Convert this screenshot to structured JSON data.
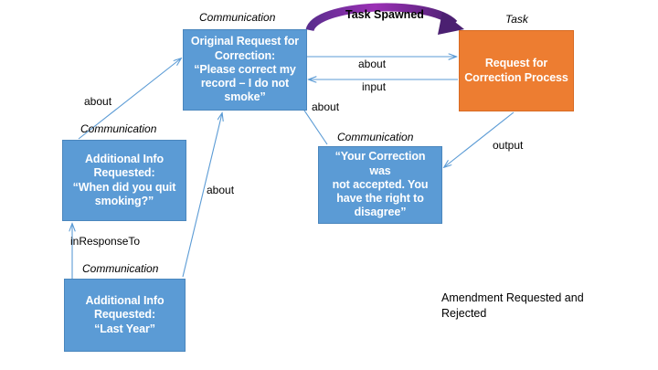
{
  "diagram": {
    "title_caption": "Amendment Requested and\nRejected",
    "colors": {
      "communication_fill": "#5b9bd5",
      "task_fill": "#ed7d31",
      "edge_line": "#5b9bd5",
      "spawn_arrow_start": "#5b2d8e",
      "spawn_arrow_mid": "#9b30b5",
      "spawn_arrow_end": "#4b2071",
      "text_on_node": "#ffffff",
      "text_label": "#000000",
      "background": "#ffffff"
    },
    "nodes": [
      {
        "id": "original-request",
        "stereotype": "Communication",
        "label": "Original Request for\nCorrection:\n“Please correct my\nrecord – I do not\nsmoke”",
        "kind": "communication"
      },
      {
        "id": "correction-process",
        "stereotype": "Task",
        "label": "Request for\nCorrection Process",
        "kind": "task"
      },
      {
        "id": "additional-info-when",
        "stereotype": "Communication",
        "label": "Additional Info\nRequested:\n“When did you quit\nsmoking?”",
        "kind": "communication"
      },
      {
        "id": "additional-info-last-year",
        "stereotype": "Communication",
        "label": "Additional Info\nRequested:\n“Last Year”",
        "kind": "communication"
      },
      {
        "id": "correction-not-accepted",
        "stereotype": "Communication",
        "label": "“Your Correction was\nnot accepted.  You\nhave the right to\ndisagree”",
        "kind": "communication"
      }
    ],
    "edges": [
      {
        "id": "spawned",
        "label": "Task Spawned",
        "from": "original-request",
        "to": "correction-process",
        "style": "curved-purple"
      },
      {
        "id": "about-task",
        "label": "about",
        "from": "original-request",
        "to": "correction-process",
        "style": "straight"
      },
      {
        "id": "input-task",
        "label": "input",
        "from": "correction-process",
        "to": "original-request",
        "style": "straight"
      },
      {
        "id": "output-task",
        "label": "output",
        "from": "correction-process",
        "to": "correction-not-accepted",
        "style": "straight"
      },
      {
        "id": "about-not-accepted",
        "label": "about",
        "from": "correction-not-accepted",
        "to": "original-request",
        "style": "straight"
      },
      {
        "id": "about-when",
        "label": "about",
        "from": "additional-info-when",
        "to": "original-request",
        "style": "straight"
      },
      {
        "id": "about-last-year",
        "label": "about",
        "from": "additional-info-last-year",
        "to": "original-request",
        "style": "straight"
      },
      {
        "id": "in-response-to",
        "label": "inResponseTo",
        "from": "additional-info-last-year",
        "to": "additional-info-when",
        "style": "straight"
      }
    ]
  }
}
